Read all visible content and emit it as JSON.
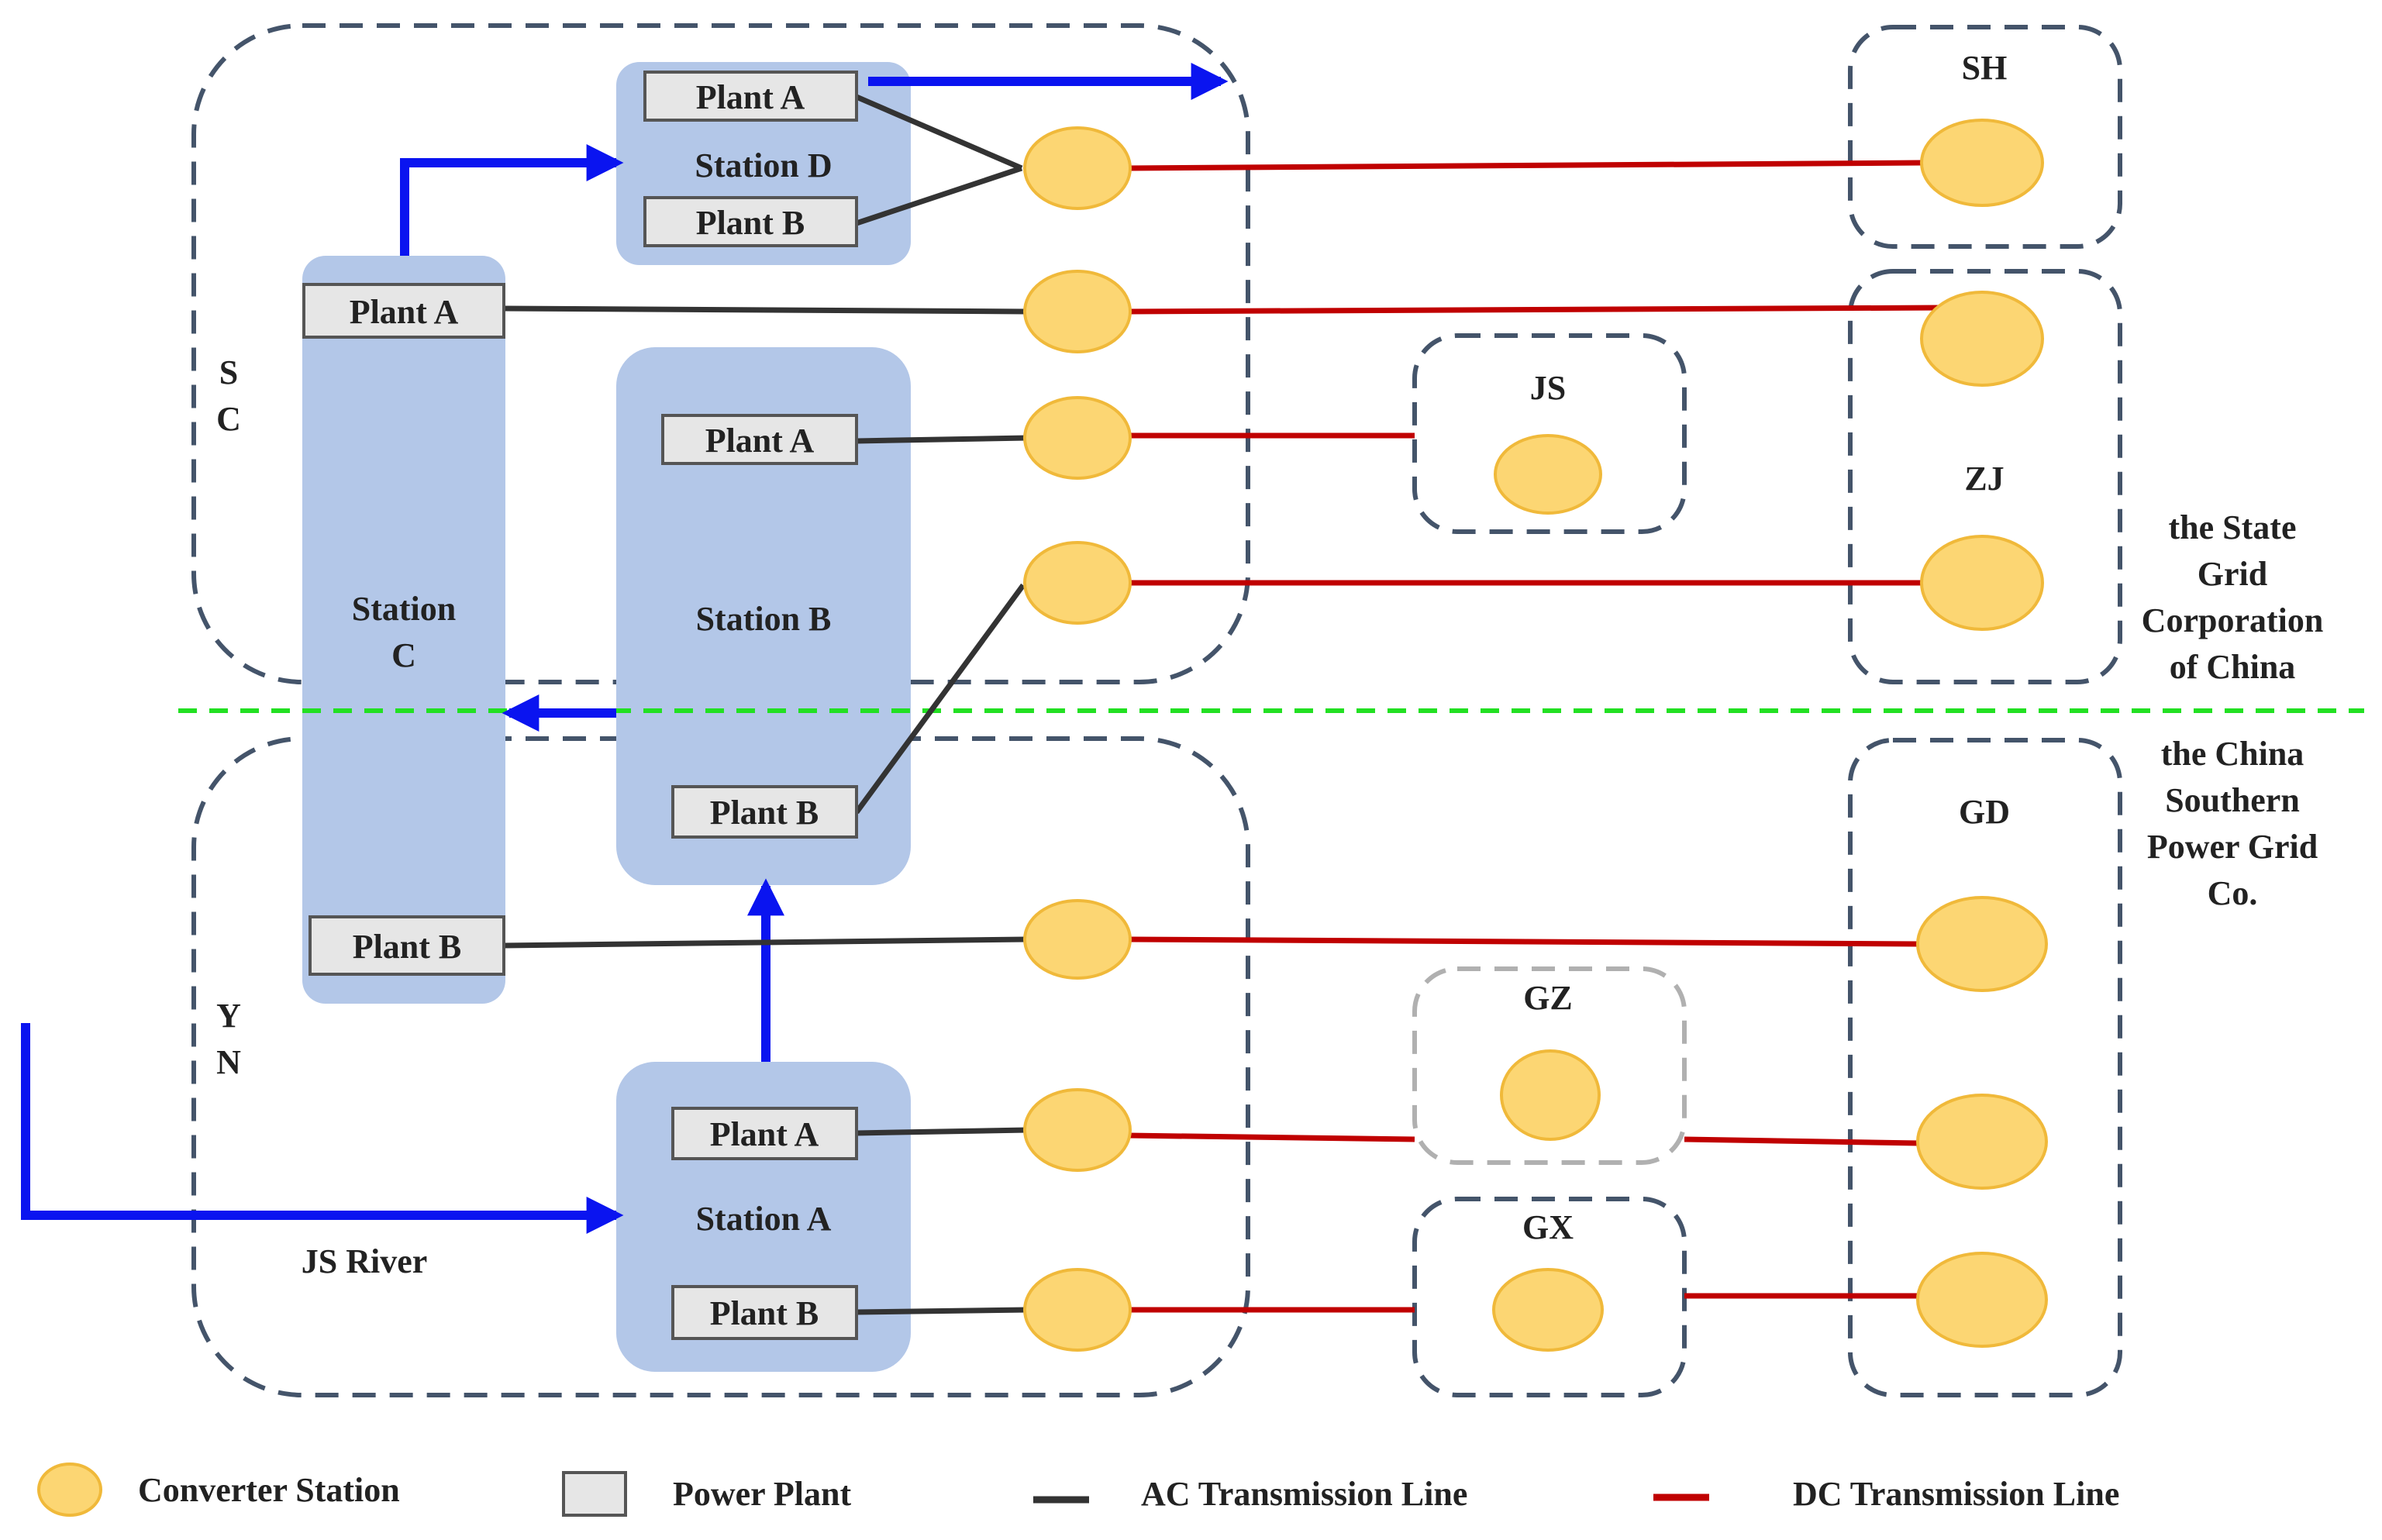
{
  "colors": {
    "station_fill": "#b3c7e8",
    "plant_fill": "#e6e6e6",
    "converter_fill": "#fcd673",
    "converter_stroke": "#f0b93a",
    "ac_line": "#333333",
    "dc_line": "#c00000",
    "flow_arrow": "#0a14f0",
    "grid_divider": "#22e022",
    "region_border": "#44546a",
    "gz_border": "#b0b0b0"
  },
  "regions": {
    "sc": {
      "letter1": "S",
      "letter2": "C"
    },
    "yn": {
      "letter1": "Y",
      "letter2": "N"
    },
    "sh": "SH",
    "zj": "ZJ",
    "js": "JS",
    "gd": "GD",
    "gz": "GZ",
    "gx": "GX"
  },
  "stations": {
    "a": {
      "label": "Station A",
      "plant_a": "Plant A",
      "plant_b": "Plant B"
    },
    "b": {
      "label": "Station B",
      "plant_a": "Plant A",
      "plant_b": "Plant B"
    },
    "c": {
      "label_line1": "Station",
      "label_line2": "C",
      "plant_a": "Plant A",
      "plant_b": "Plant B"
    },
    "d": {
      "label": "Station D",
      "plant_a": "Plant A",
      "plant_b": "Plant B"
    }
  },
  "river_label": "JS River",
  "grids": {
    "state": [
      "the State",
      "Grid",
      "Corporation",
      "of China"
    ],
    "southern": [
      "the China",
      "Southern",
      "Power Grid",
      "Co."
    ]
  },
  "legend": {
    "converter": "Converter Station",
    "plant": "Power Plant",
    "ac": "AC Transmission Line",
    "dc": "DC Transmission Line"
  }
}
